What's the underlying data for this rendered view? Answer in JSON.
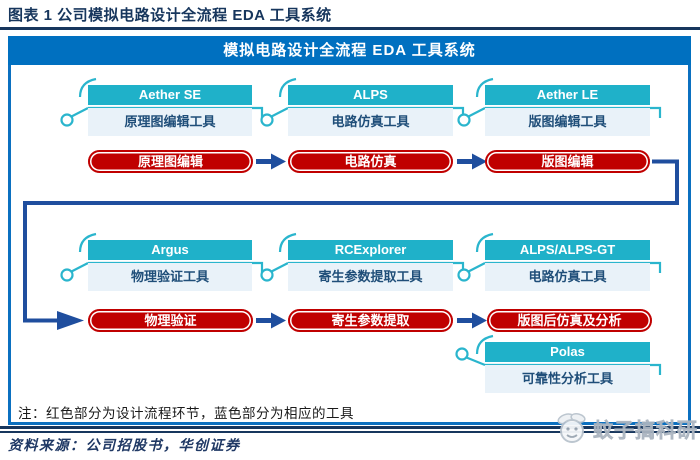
{
  "page": {
    "title": "图表 1  公司模拟电路设计全流程 EDA 工具系统",
    "banner_title": "模拟电路设计全流程 EDA 工具系统",
    "note": "注：红色部分为设计流程环节，蓝色部分为相应的工具",
    "source": "资料来源：公司招股书，华创证券",
    "watermark": "蚊子搞科研"
  },
  "colors": {
    "step_red": "#c00000",
    "tool_teal": "#1fb1c9",
    "tool_desc_bg": "#e9f2f9",
    "banner_blue": "#0070c0",
    "arrow_blue": "#1f4e9e",
    "title_navy": "#17365d"
  },
  "diagram": {
    "tool_groups": [
      {
        "name": "Aether SE",
        "desc": "原理图编辑工具"
      },
      {
        "name": "ALPS",
        "desc": "电路仿真工具"
      },
      {
        "name": "Aether LE",
        "desc": "版图编辑工具"
      },
      {
        "name": "Argus",
        "desc": "物理验证工具"
      },
      {
        "name": "RCExplorer",
        "desc": "寄生参数提取工具"
      },
      {
        "name": "ALPS/ALPS-GT",
        "desc": "电路仿真工具"
      },
      {
        "name": "Polas",
        "desc": "可靠性分析工具"
      }
    ],
    "flow_steps": [
      "原理图编辑",
      "电路仿真",
      "版图编辑",
      "物理验证",
      "寄生参数提取",
      "版图后仿真及分析"
    ]
  }
}
